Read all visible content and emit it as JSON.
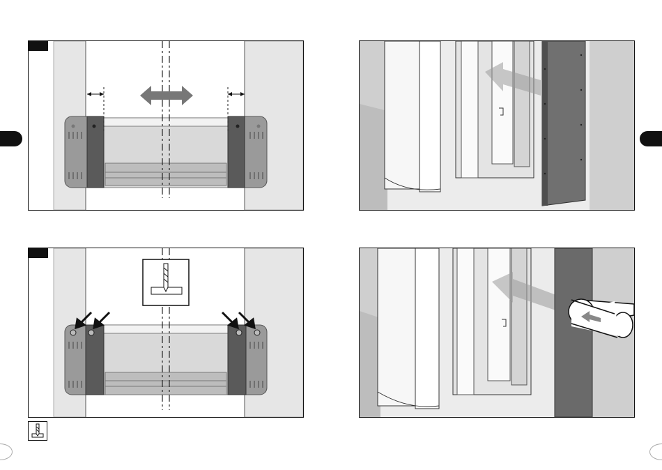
{
  "page": {
    "left_tab_color": "#111111",
    "right_tab_color": "#111111"
  },
  "steps": [
    {
      "id": "step-1",
      "number": "",
      "description_icon": "slide-adjust-arrows"
    },
    {
      "id": "step-2",
      "number": "",
      "description_icon": "insert-panel-arrow"
    },
    {
      "id": "step-3",
      "number": "",
      "description_icon": "drill-mark-screws"
    },
    {
      "id": "step-4",
      "number": "",
      "description_icon": "hammer-insert"
    }
  ],
  "footnote": {
    "icon": "drill-bit-icon"
  },
  "colors": {
    "panel_gray": "#9a9a9a",
    "dark_bracket": "#5a5a5a",
    "light_gray": "#d8d8d8",
    "wall_gray": "#cfcfcf",
    "arrow_gray": "#777777"
  }
}
